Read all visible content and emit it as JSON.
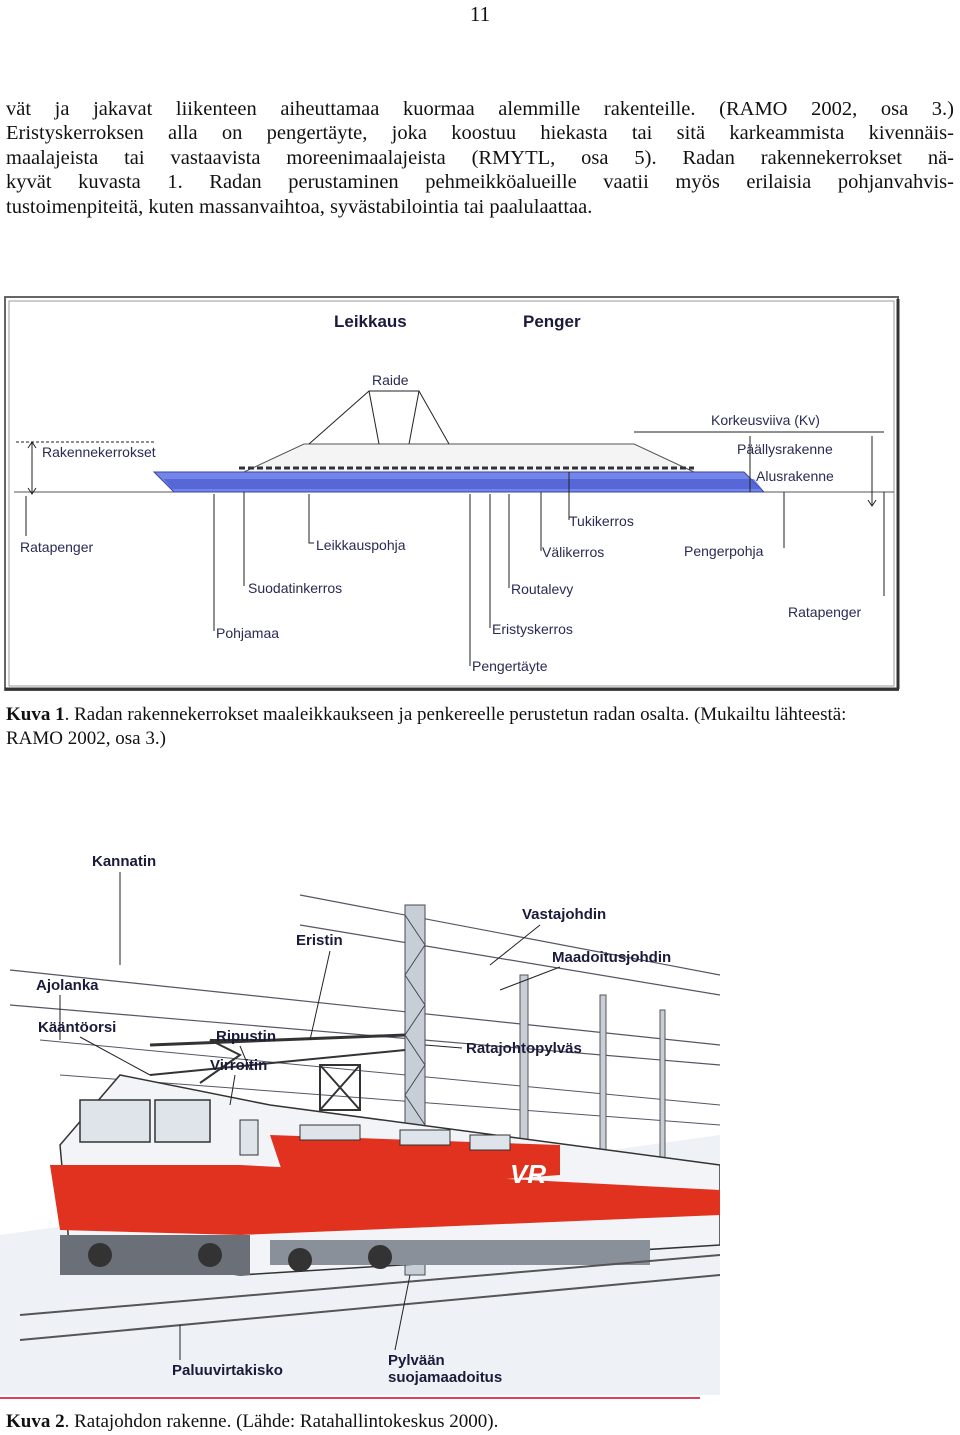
{
  "page": {
    "number": "11"
  },
  "body_text": {
    "lines": [
      "vät ja jakavat liikenteen aiheuttamaa kuormaa alemmille rakenteille. (RAMO 2002, osa 3.)",
      "Eristyskerroksen alla on pengertäyte, joka koostuu hiekasta tai sitä karkeammista kivennäis-",
      "maalajeista tai vastaavista moreenimaalajeista (RMYTL, osa 5). Radan rakennekerrokset nä-",
      "kyvät kuvasta 1. Radan perustaminen pehmeikköalueille vaatii myös erilaisia pohjanvahvis-",
      "tustoimenpiteitä, kuten massanvaihtoa, syvästabilointia tai paalulaattaa."
    ]
  },
  "figure1": {
    "labels": {
      "leikkaus": "Leikkaus",
      "penger": "Penger",
      "raide": "Raide",
      "korkeusviiva": "Korkeusviiva (Kv)",
      "rakennekerrokset": "Rakennekerrokset",
      "paallysrakenne": "Päällysrakenne",
      "alusrakenne": "Alusrakenne",
      "tukikerros": "Tukikerros",
      "ratapenger_left": "Ratapenger",
      "leikkauspohja": "Leikkauspohja",
      "valikerros": "Välikerros",
      "pengerpohja": "Pengerpohja",
      "suodatinkerros": "Suodatinkerros",
      "routalevy": "Routalevy",
      "ratapenger_right": "Ratapenger",
      "pohjamaa": "Pohjamaa",
      "eristyskerros": "Eristyskerros",
      "pengertayte": "Pengertäyte"
    },
    "caption": {
      "label": "Kuva 1",
      "text": ". Radan rakennekerrokset maaleikkaukseen ja penkereelle perustetun radan osalta. (Mukailtu lähteestä:",
      "text2": "RAMO 2002, osa 3.)"
    }
  },
  "figure2": {
    "labels": {
      "kannatin": "Kannatin",
      "vastajohdin": "Vastajohdin",
      "eristin": "Eristin",
      "maadoitusjohdin": "Maadoitusjohdin",
      "ajolanka": "Ajolanka",
      "kaantoorsi": "Kääntöorsi",
      "ripustin": "Ripustin",
      "ratajohtopylvas": "Ratajohtopylväs",
      "virroitin": "Virroitin",
      "paluuvirtakisko": "Paluuvirtakisko",
      "pylvaan_1": "Pylvään",
      "pylvaan_2": "suojamaadoitus",
      "logo": "VR"
    },
    "caption": {
      "label": "Kuva 2",
      "text": ". Ratajohdon rakenne. (Lähde: Ratahallintokeskus 2000)."
    }
  },
  "colors": {
    "layer_blue": "#5a6ee0",
    "train_red": "#e0321e",
    "divider_red": "#e04060"
  }
}
